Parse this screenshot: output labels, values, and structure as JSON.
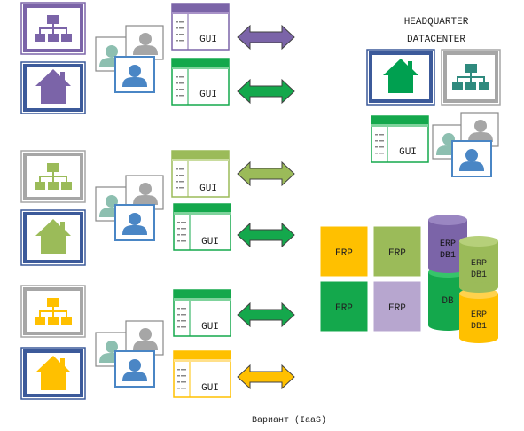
{
  "colors": {
    "purple": "#7b64a8",
    "green": "#14a84c",
    "olive": "#9bbb59",
    "yellow": "#ffc000",
    "navy": "#3c5a9a",
    "teal": "#2f8a7e",
    "gray": "#a6a6a6",
    "blue_person": "#4a86c5",
    "lavender": "#b7a6cf",
    "dark_green": "#00a050"
  },
  "headquarter": {
    "line1": "HEADQUARTER",
    "line2": "DATACENTER"
  },
  "gui_label": "GUI",
  "erp_grid": {
    "tl": "ERP",
    "tr": "ERP",
    "bl": "ERP",
    "br": "ERP"
  },
  "db": {
    "purple_line1": "ERP",
    "purple_line2": "DB1",
    "green_label": "DB",
    "olive_line1": "ERP",
    "olive_line2": "DB1",
    "yellow_line1": "ERP",
    "yellow_line2": "DB1"
  },
  "caption": "Вариант (IaaS)"
}
